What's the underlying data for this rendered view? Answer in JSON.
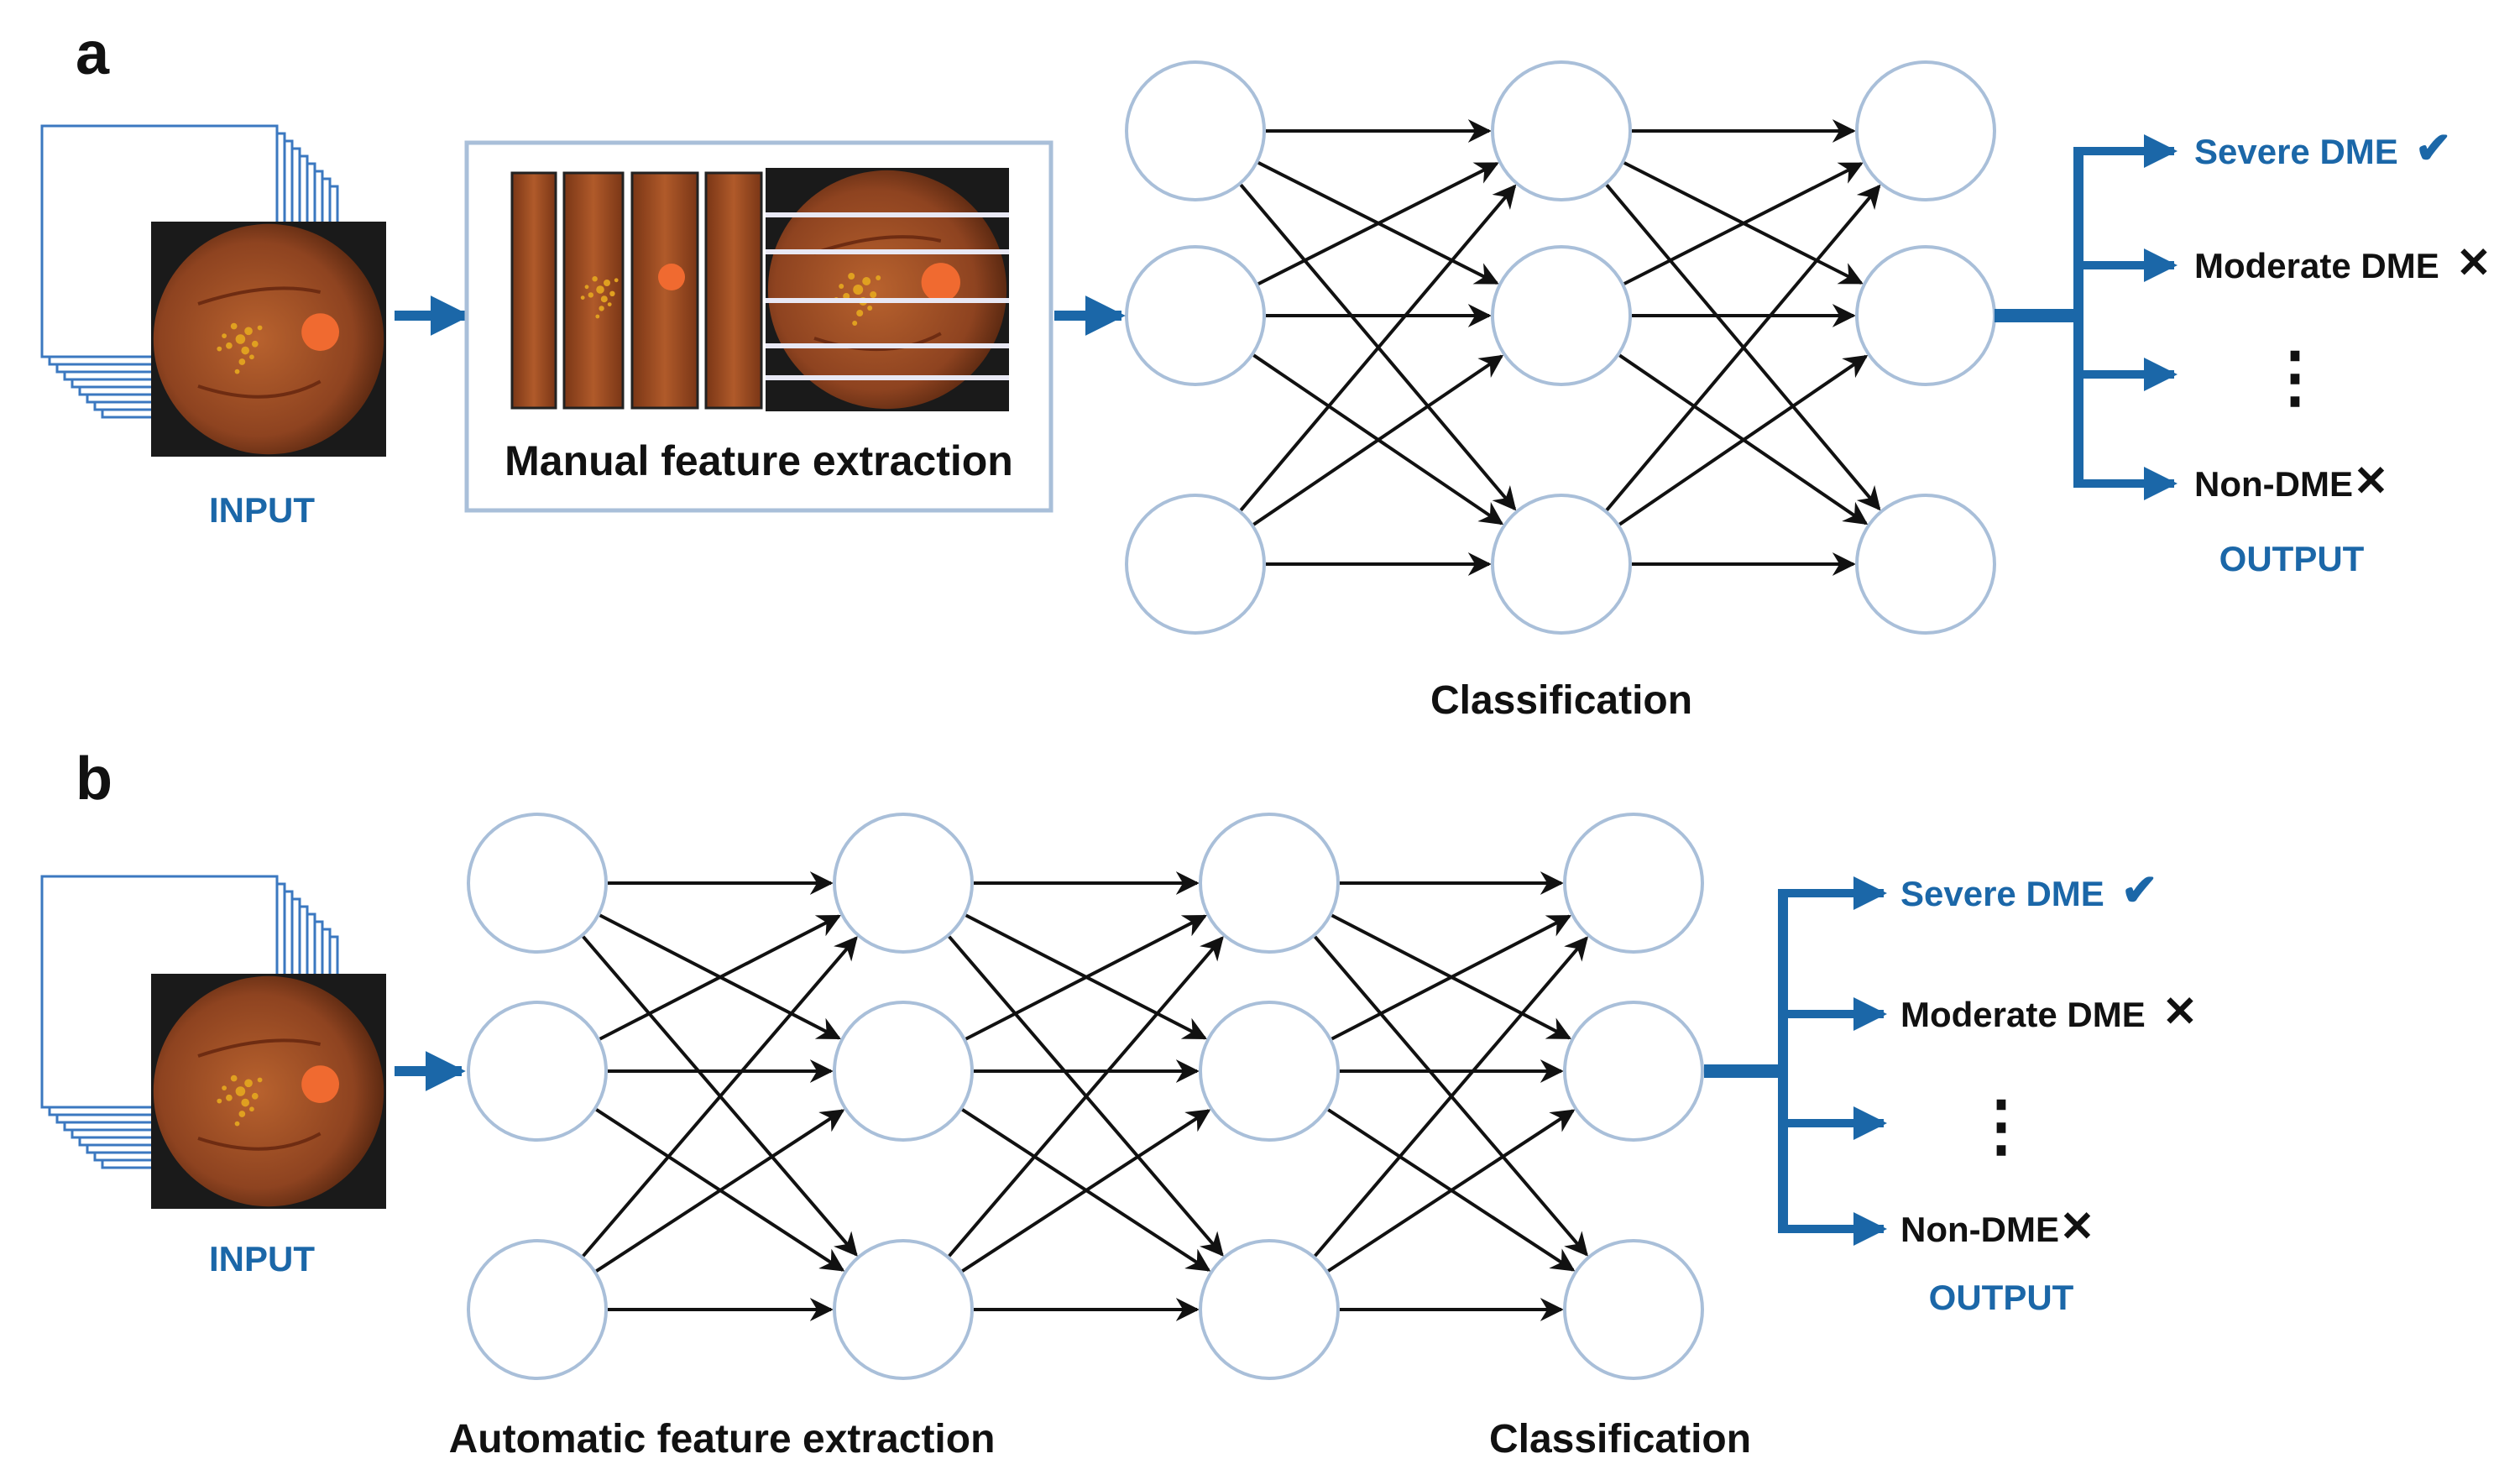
{
  "colors": {
    "accent_blue": "#1b67a8",
    "node_stroke": "#a9bfd9",
    "arrow_black": "#111111",
    "fundus_dark": "#5a2a12",
    "fundus_mid": "#a5542a",
    "fundus_bright": "#e0a020",
    "optic_disc": "#f06a30"
  },
  "panel_a": {
    "label": "a",
    "input_label": "INPUT",
    "feature_label": "Manual feature extraction",
    "classification_label": "Classification",
    "output_label": "OUTPUT",
    "outputs": [
      {
        "label": "Severe DME",
        "mark": "✔",
        "highlighted": true
      },
      {
        "label": "Moderate DME",
        "mark": "✕",
        "highlighted": false
      },
      {
        "label": "⋮",
        "mark": "",
        "highlighted": false
      },
      {
        "label": "Non-DME",
        "mark": "✕",
        "highlighted": false
      }
    ]
  },
  "panel_b": {
    "label": "b",
    "input_label": "INPUT",
    "feature_label": "Automatic feature extraction",
    "classification_label": "Classification",
    "output_label": "OUTPUT",
    "outputs": [
      {
        "label": "Severe DME",
        "mark": "✔",
        "highlighted": true
      },
      {
        "label": "Moderate DME",
        "mark": "✕",
        "highlighted": false
      },
      {
        "label": "⋮",
        "mark": "",
        "highlighted": false
      },
      {
        "label": "Non-DME",
        "mark": "✕",
        "highlighted": false
      }
    ]
  }
}
